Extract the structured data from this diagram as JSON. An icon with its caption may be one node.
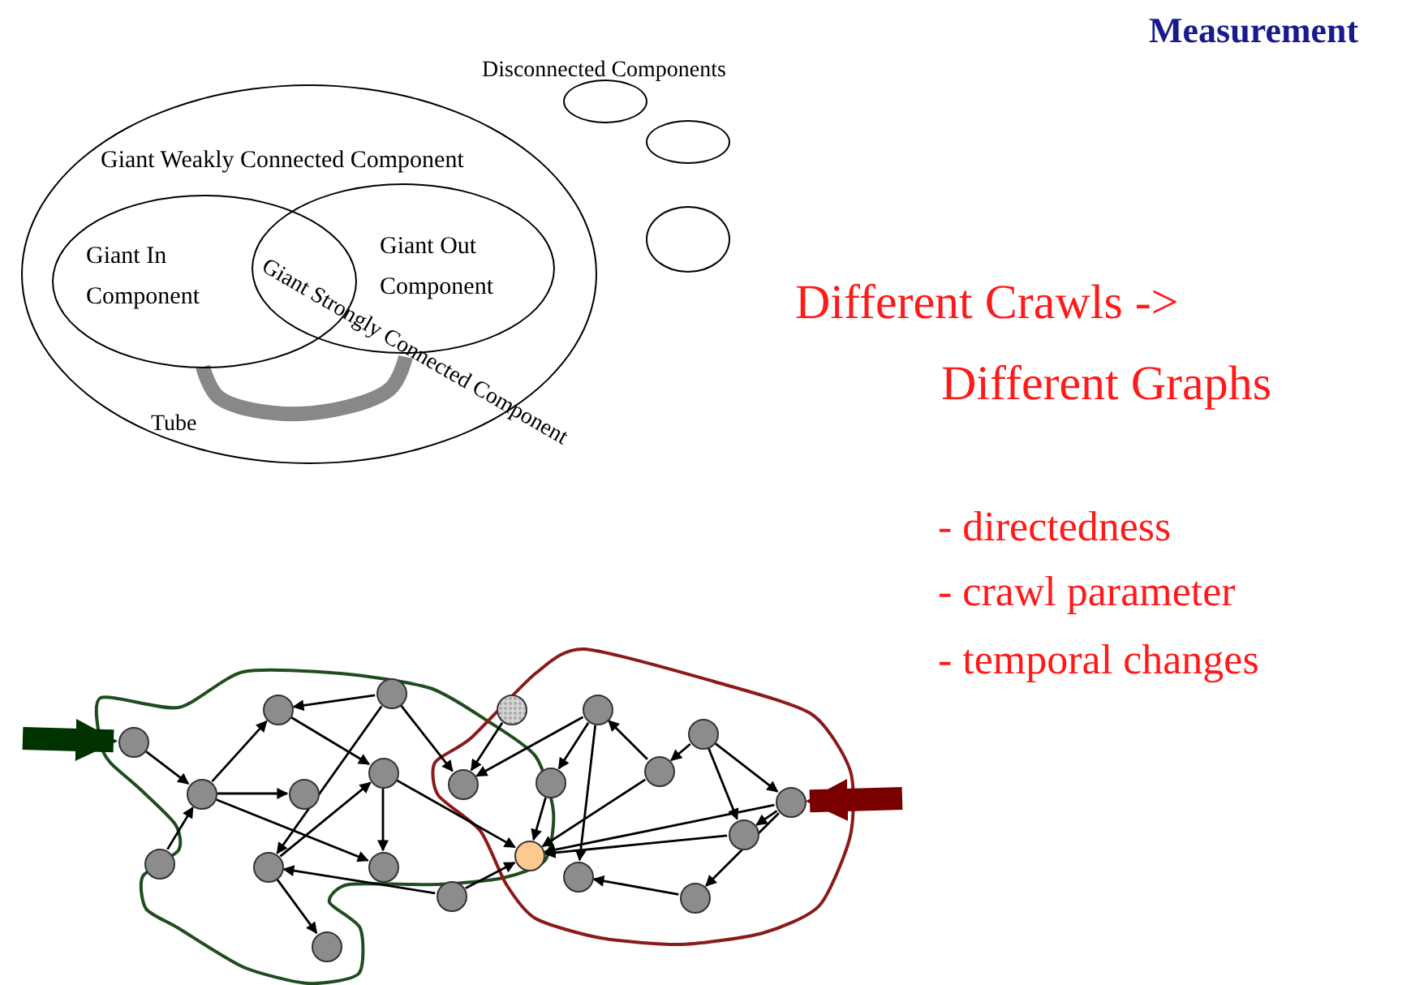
{
  "diagram": {
    "title": "Measurement",
    "nodes": [
      {
        "text": [
          "Giant Weakly Connected Component"
        ]
      },
      {
        "text": [
          "Giant In Component"
        ],
        "in": 0
      },
      {
        "text": [
          "Giant Out Component"
        ],
        "in": 0
      },
      {
        "text": [],
        "shape": "circle"
      },
      {
        "text": [],
        "shape": "circle"
      },
      {
        "text": [],
        "shape": "circle"
      },
      {
        "text": [],
        "shape": "circle"
      },
      {
        "text": [],
        "shape": "circle"
      },
      {
        "text": [],
        "shape": "circle"
      },
      {
        "text": [],
        "shape": "circle"
      },
      {
        "text": [],
        "shape": "circle"
      },
      {
        "text": [],
        "shape": "circle"
      },
      {
        "text": [],
        "shape": "circle"
      },
      {
        "text": [],
        "shape": "circle"
      },
      {
        "text": [],
        "shape": "circle"
      },
      {
        "text": [],
        "shape": "circle"
      },
      {
        "text": [],
        "shape": "circle"
      },
      {
        "text": [],
        "shape": "circle"
      },
      {
        "text": [],
        "shape": "circle"
      },
      {
        "text": [],
        "shape": "circle"
      },
      {
        "text": [],
        "shape": "circle"
      },
      {
        "text": [],
        "shape": "circle"
      },
      {
        "text": [],
        "shape": "circle"
      },
      {
        "text": [],
        "shape": "circle"
      },
      {
        "text": [],
        "shape": "circle"
      },
      {
        "text": [],
        "shape": "circle"
      },
      {
        "text": [],
        "shape": "circle"
      },
      {
        "text": [],
        "shape": "circle"
      }
    ],
    "edges": [
      {
        "from": 1,
        "to": 2,
        "arrow": "none",
        "style": "thick",
        "color": "#888888"
      },
      {
        "from": null,
        "to": 6,
        "arrow": "to",
        "style": "thick",
        "color": "#003300"
      },
      {
        "from": null,
        "to": 24,
        "arrow": "to",
        "style": "thick",
        "color": "#7a0000"
      },
      {
        "from": 6,
        "to": 7,
        "arrow": "to"
      },
      {
        "from": 8,
        "to": 7,
        "arrow": "to"
      },
      {
        "from": 7,
        "to": 9,
        "arrow": "to"
      },
      {
        "from": 7,
        "to": 10,
        "arrow": "to"
      },
      {
        "from": 7,
        "to": 14,
        "arrow": "to"
      },
      {
        "from": 9,
        "to": 12,
        "arrow": "to"
      },
      {
        "from": 11,
        "to": 9,
        "arrow": "to"
      },
      {
        "from": 11,
        "to": 13,
        "arrow": "to"
      },
      {
        "from": 11,
        "to": 17,
        "arrow": "to"
      },
      {
        "from": 13,
        "to": 12,
        "arrow": "to"
      },
      {
        "from": 12,
        "to": 14,
        "arrow": "to"
      },
      {
        "from": 12,
        "to": 21,
        "arrow": "to"
      },
      {
        "from": 13,
        "to": 15,
        "arrow": "to"
      },
      {
        "from": 16,
        "to": 13,
        "arrow": "to"
      },
      {
        "from": 16,
        "to": 21,
        "arrow": "to"
      },
      {
        "from": 18,
        "to": 17,
        "arrow": "to"
      },
      {
        "from": 19,
        "to": 17,
        "arrow": "to"
      },
      {
        "from": 19,
        "to": 20,
        "arrow": "to"
      },
      {
        "from": 20,
        "to": 21,
        "arrow": "to"
      },
      {
        "from": 19,
        "to": 26,
        "arrow": "to"
      },
      {
        "from": 22,
        "to": 19,
        "arrow": "to"
      },
      {
        "from": 23,
        "to": 22,
        "arrow": "to"
      },
      {
        "from": 22,
        "to": 21,
        "arrow": "to"
      },
      {
        "from": 23,
        "to": 25,
        "arrow": "to"
      },
      {
        "from": 23,
        "to": 24,
        "arrow": "to"
      },
      {
        "from": 24,
        "to": 21,
        "arrow": "to"
      },
      {
        "from": 25,
        "to": 21,
        "arrow": "to"
      },
      {
        "from": 24,
        "to": 25,
        "arrow": "to"
      },
      {
        "from": 24,
        "to": 27,
        "arrow": "to"
      },
      {
        "from": 27,
        "to": 26,
        "arrow": "to"
      }
    ],
    "labels": [
      "Disconnected Components",
      "Giant Strongly Connected Component",
      "Tube",
      "Different Crawls ->",
      "Different Graphs",
      "- directedness",
      "- crawl parameter",
      "- temporal changes"
    ]
  }
}
